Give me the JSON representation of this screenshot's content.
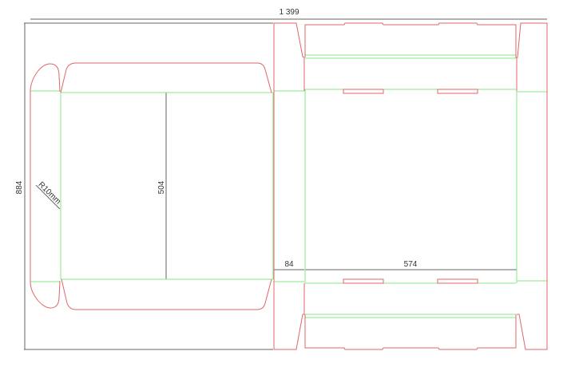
{
  "drawing": {
    "dimensions": {
      "overall_width": "1 399",
      "overall_height": "884",
      "panel_height": "504",
      "side_panel_width": "84",
      "front_panel_width": "574",
      "corner_radius": "R10mm"
    },
    "colors": {
      "cut_line": "#e06666",
      "crease_line": "#86e886",
      "dimension_line": "#666666"
    }
  }
}
